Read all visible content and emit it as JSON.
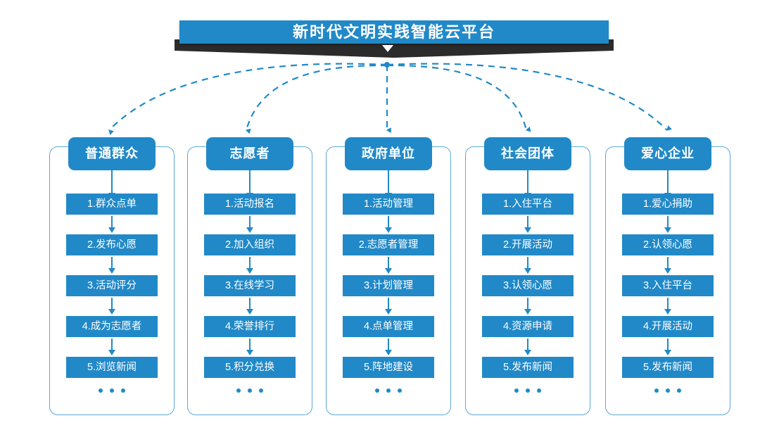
{
  "banner": {
    "title": "新时代文明实践智能云平台",
    "chevron_icon": "chevron-down-icon",
    "accent_color": "#2189c8",
    "shadow_color": "#2b2b2b"
  },
  "diagram": {
    "type": "hub-and-spoke flow chart",
    "connector_style": "dashed curved arrows",
    "connector_color": "#2189c8",
    "hub_point": "below banner center",
    "ellipsis_label": "...",
    "columns": [
      {
        "header": "普通群众",
        "items": [
          "1.群众点单",
          "2.发布心愿",
          "3.活动评分",
          "4.成为志愿者",
          "5.浏览新闻"
        ]
      },
      {
        "header": "志愿者",
        "items": [
          "1.活动报名",
          "2.加入组织",
          "3.在线学习",
          "4.荣誉排行",
          "5.积分兑换"
        ]
      },
      {
        "header": "政府单位",
        "items": [
          "1.活动管理",
          "2.志愿者管理",
          "3.计划管理",
          "4.点单管理",
          "5.阵地建设"
        ]
      },
      {
        "header": "社会团体",
        "items": [
          "1.入住平台",
          "2.开展活动",
          "3.认领心愿",
          "4.资源申请",
          "5.发布新闻"
        ]
      },
      {
        "header": "爱心企业",
        "items": [
          "1.爱心捐助",
          "2.认领心愿",
          "3.入住平台",
          "4.开展活动",
          "5.发布新闻"
        ]
      }
    ]
  }
}
